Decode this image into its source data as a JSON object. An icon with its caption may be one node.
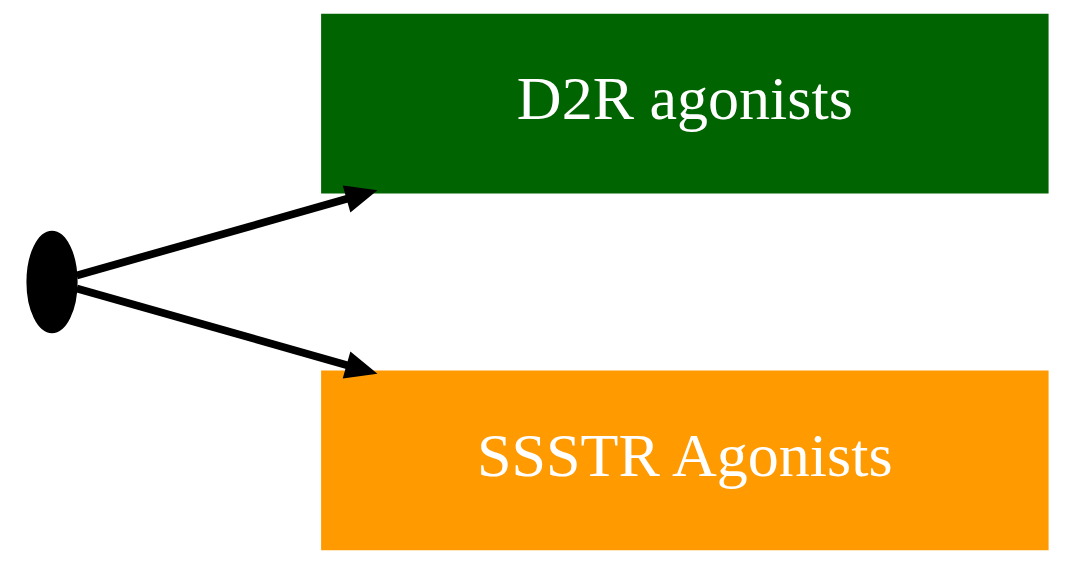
{
  "diagram": {
    "nodes": [
      {
        "text": [],
        "shape": "ellipse"
      },
      {
        "text": [
          "D2R agonists"
        ]
      },
      {
        "text": [
          "SSSTR Agonists"
        ]
      }
    ],
    "edges": [
      {
        "from": 0,
        "to": 1,
        "arrow": "to"
      },
      {
        "from": 0,
        "to": 2,
        "arrow": "to"
      }
    ]
  }
}
